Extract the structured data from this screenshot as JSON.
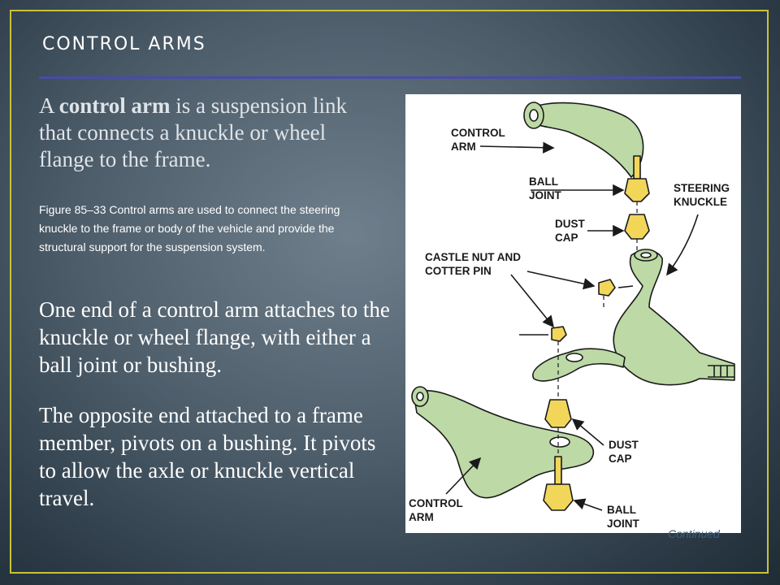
{
  "slide": {
    "title": "CONTROL ARMS",
    "p1_pre": "A ",
    "p1_bold": "control arm",
    "p1_post": " is a suspension link that connects a knuckle or wheel flange to the frame.",
    "caption": "Figure 85–33 Control arms are used to connect the steering knuckle to the frame or body of the vehicle and provide the structural support for the suspension system.",
    "p2": "One end of a control arm attaches to the knuckle or wheel flange, with either a ball joint or bushing.",
    "p3": "The opposite end attached to a frame member, pivots on a bushing. It pivots to allow the axle or knuckle vertical travel.",
    "continued": "Continued"
  },
  "figure": {
    "labels": {
      "control_arm_top_1": "CONTROL",
      "control_arm_top_2": "ARM",
      "ball_joint_top_1": "BALL",
      "ball_joint_top_2": "JOINT",
      "steering_knuckle_1": "STEERING",
      "steering_knuckle_2": "KNUCKLE",
      "dust_cap_top_1": "DUST",
      "dust_cap_top_2": "CAP",
      "castle_nut_1": "CASTLE NUT AND",
      "castle_nut_2": "COTTER PIN",
      "dust_cap_bottom_1": "DUST",
      "dust_cap_bottom_2": "CAP",
      "control_arm_bottom_1": "CONTROL",
      "control_arm_bottom_2": "ARM",
      "ball_joint_bottom_1": "BALL",
      "ball_joint_bottom_2": "JOINT"
    },
    "colors": {
      "part_green": "#bcd9a6",
      "part_yellow": "#f2d65a",
      "outline": "#1a1a1a"
    }
  }
}
